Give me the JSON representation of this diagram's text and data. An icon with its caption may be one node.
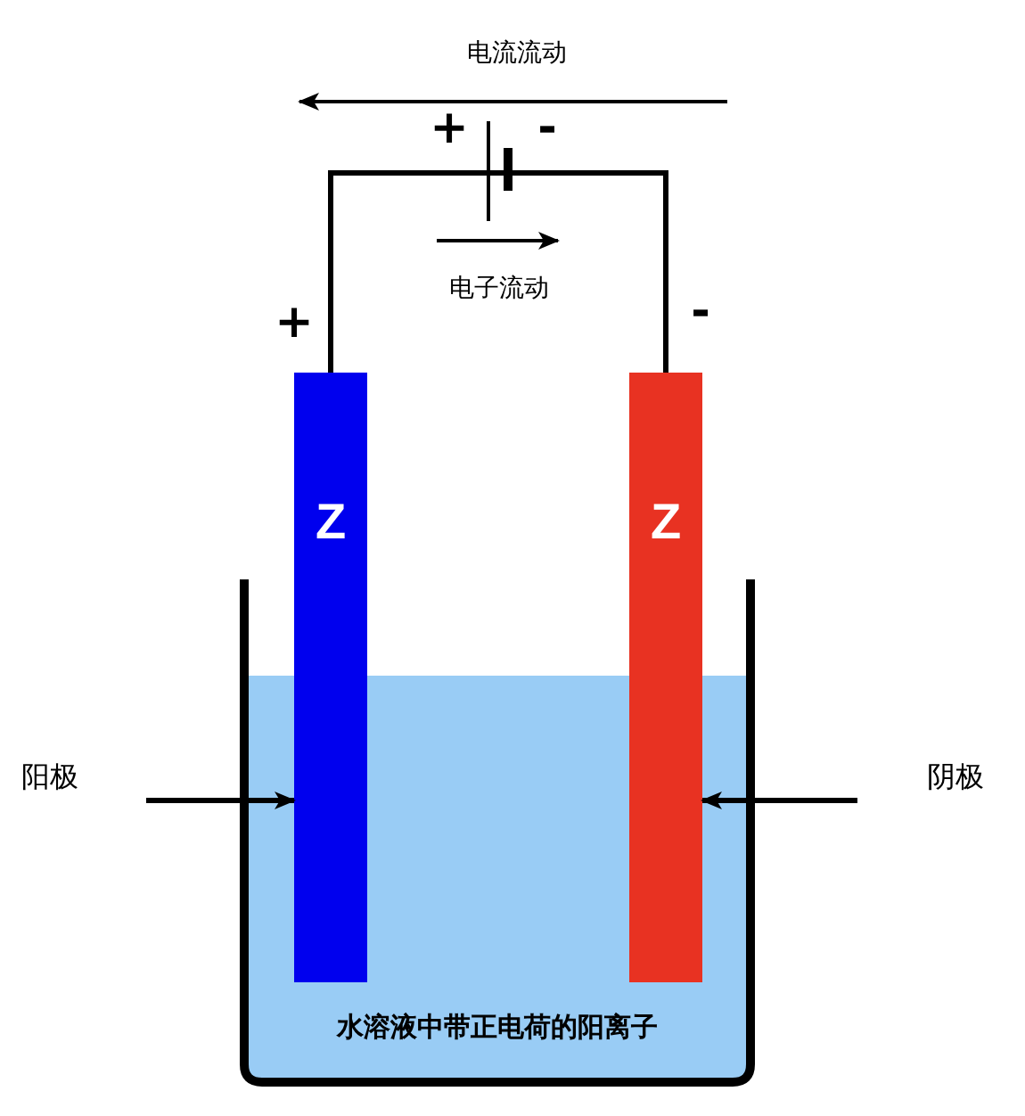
{
  "diagram": {
    "nodes": [
      {
        "text": [
          "Z"
        ]
      },
      {
        "text": [
          "Z"
        ]
      },
      {
        "text": [
          "阳极"
        ]
      },
      {
        "text": [
          "阴极"
        ]
      },
      {
        "text": [
          "水溶液中带正电荷的阳离子"
        ]
      }
    ],
    "edges": [
      {
        "from": 0,
        "to": 1,
        "arrow": "none"
      },
      {
        "from": 2,
        "to": 0,
        "arrow": "to"
      },
      {
        "from": 3,
        "to": 1,
        "arrow": "to"
      }
    ],
    "labels": [
      "电流流动",
      "+",
      "-",
      "电子流动",
      "+",
      "-"
    ]
  }
}
